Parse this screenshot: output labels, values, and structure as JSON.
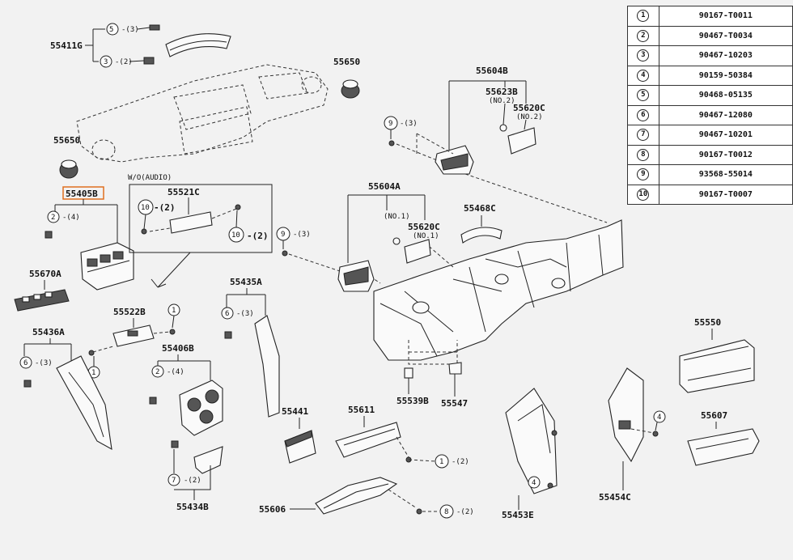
{
  "legend": [
    {
      "num": "1",
      "code": "90167-T0011"
    },
    {
      "num": "2",
      "code": "90467-T0034"
    },
    {
      "num": "3",
      "code": "90467-10203"
    },
    {
      "num": "4",
      "code": "90159-50384"
    },
    {
      "num": "5",
      "code": "90468-05135"
    },
    {
      "num": "6",
      "code": "90467-12080"
    },
    {
      "num": "7",
      "code": "90467-10201"
    },
    {
      "num": "8",
      "code": "90167-T0012"
    },
    {
      "num": "9",
      "code": "93568-55014"
    },
    {
      "num": "10",
      "code": "90167-T0007"
    }
  ],
  "parts": {
    "p55411g": "55411G",
    "p55650_top": "55650",
    "p55650_left": "55650",
    "p55604b": "55604B",
    "p55623b": "55623B",
    "no2_a": "(NO.2)",
    "p55620c_top": "55620C",
    "no2_b": "(NO.2)",
    "p55405b": "55405B",
    "wo_audio": "W/O(AUDIO)",
    "p55521c": "55521C",
    "p55604a": "55604A",
    "p55468c": "55468C",
    "no1_a": "(NO.1)",
    "p55620c_mid": "55620C",
    "no1_b": "(NO.1)",
    "p55670a": "55670A",
    "p55435a": "55435A",
    "p55522b": "55522B",
    "p55436a": "55436A",
    "p55406b": "55406B",
    "p55550": "55550",
    "p55539b": "55539B",
    "p55547": "55547",
    "p55441": "55441",
    "p55611": "55611",
    "p55607": "55607",
    "p55434b": "55434B",
    "p55454c": "55454C",
    "p55606": "55606",
    "p55453e": "55453E"
  },
  "callouts": {
    "c1": "5",
    "q1": "-(3)",
    "c2": "3",
    "q2": "-(2)",
    "c3": "9",
    "q3": "-(3)",
    "c4": "2",
    "q4": "-(4)",
    "c5": "10",
    "q5": "-(2)",
    "c6": "10",
    "q6": "-(2)",
    "c7": "9",
    "q7": "-(3)",
    "c8": "1",
    "c9": "6",
    "q9": "-(3)",
    "c10": "6",
    "q10": "-(3)",
    "c11": "1",
    "c12": "2",
    "q12": "-(4)",
    "c13": "1",
    "q13": "-(2)",
    "c14": "4",
    "c15": "4",
    "c16": "7",
    "q16": "-(2)",
    "c17": "8",
    "q17": "-(2)"
  },
  "colors": {
    "highlight": "#e07020",
    "line": "#222222",
    "background": "#f2f2f2"
  }
}
